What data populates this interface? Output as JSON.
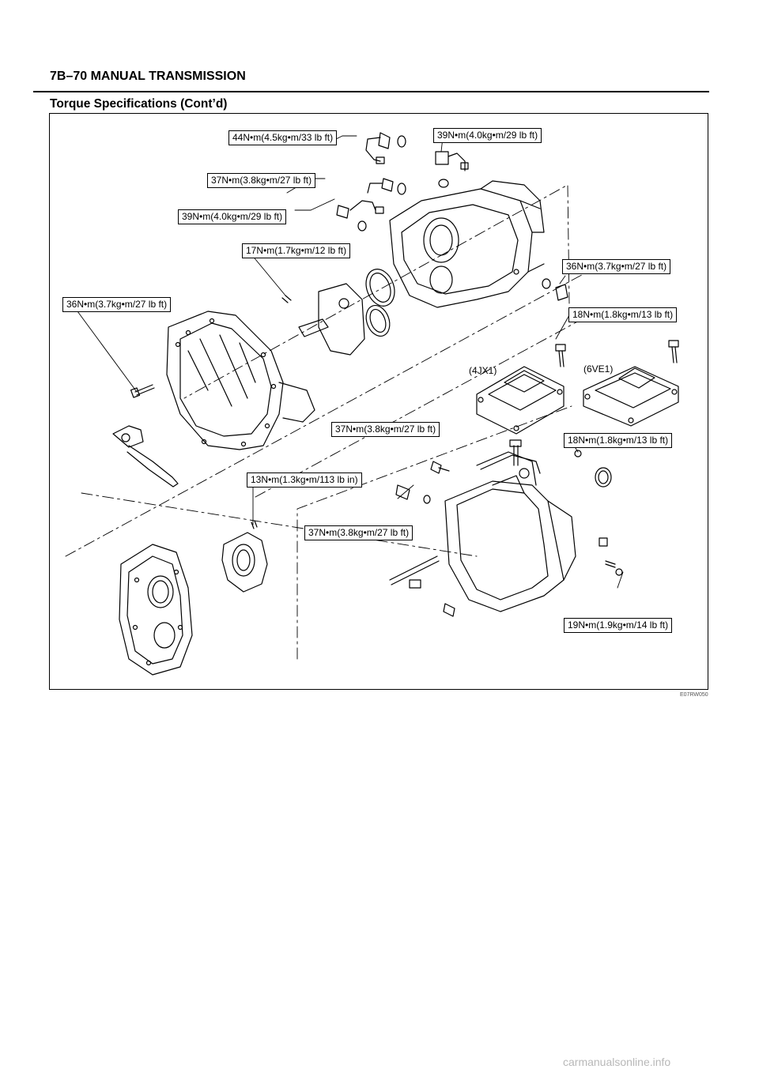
{
  "header": {
    "title": "7B–70  MANUAL TRANSMISSION",
    "section_title": "Torque Specifications (Cont’d)"
  },
  "figure": {
    "code": "E07RW050",
    "variants": {
      "left": "(4JX1)",
      "right": "(6VE1)"
    },
    "torque_labels": [
      "44N•m(4.5kg•m/33 lb ft)",
      "39N•m(4.0kg•m/29 lb ft)",
      "37N•m(3.8kg•m/27 lb ft)",
      "39N•m(4.0kg•m/29 lb ft)",
      "17N•m(1.7kg•m/12 lb ft)",
      "36N•m(3.7kg•m/27 lb ft)",
      "36N•m(3.7kg•m/27 lb ft)",
      "18N•m(1.8kg•m/13 lb ft)",
      "37N•m(3.8kg•m/27 lb ft)",
      "18N•m(1.8kg•m/13 lb ft)",
      "13N•m(1.3kg•m/113 lb in)",
      "37N•m(3.8kg•m/27 lb ft)",
      "19N•m(1.9kg•m/14 lb ft)"
    ]
  },
  "footer": {
    "watermark": "carmanualsonline.info"
  }
}
